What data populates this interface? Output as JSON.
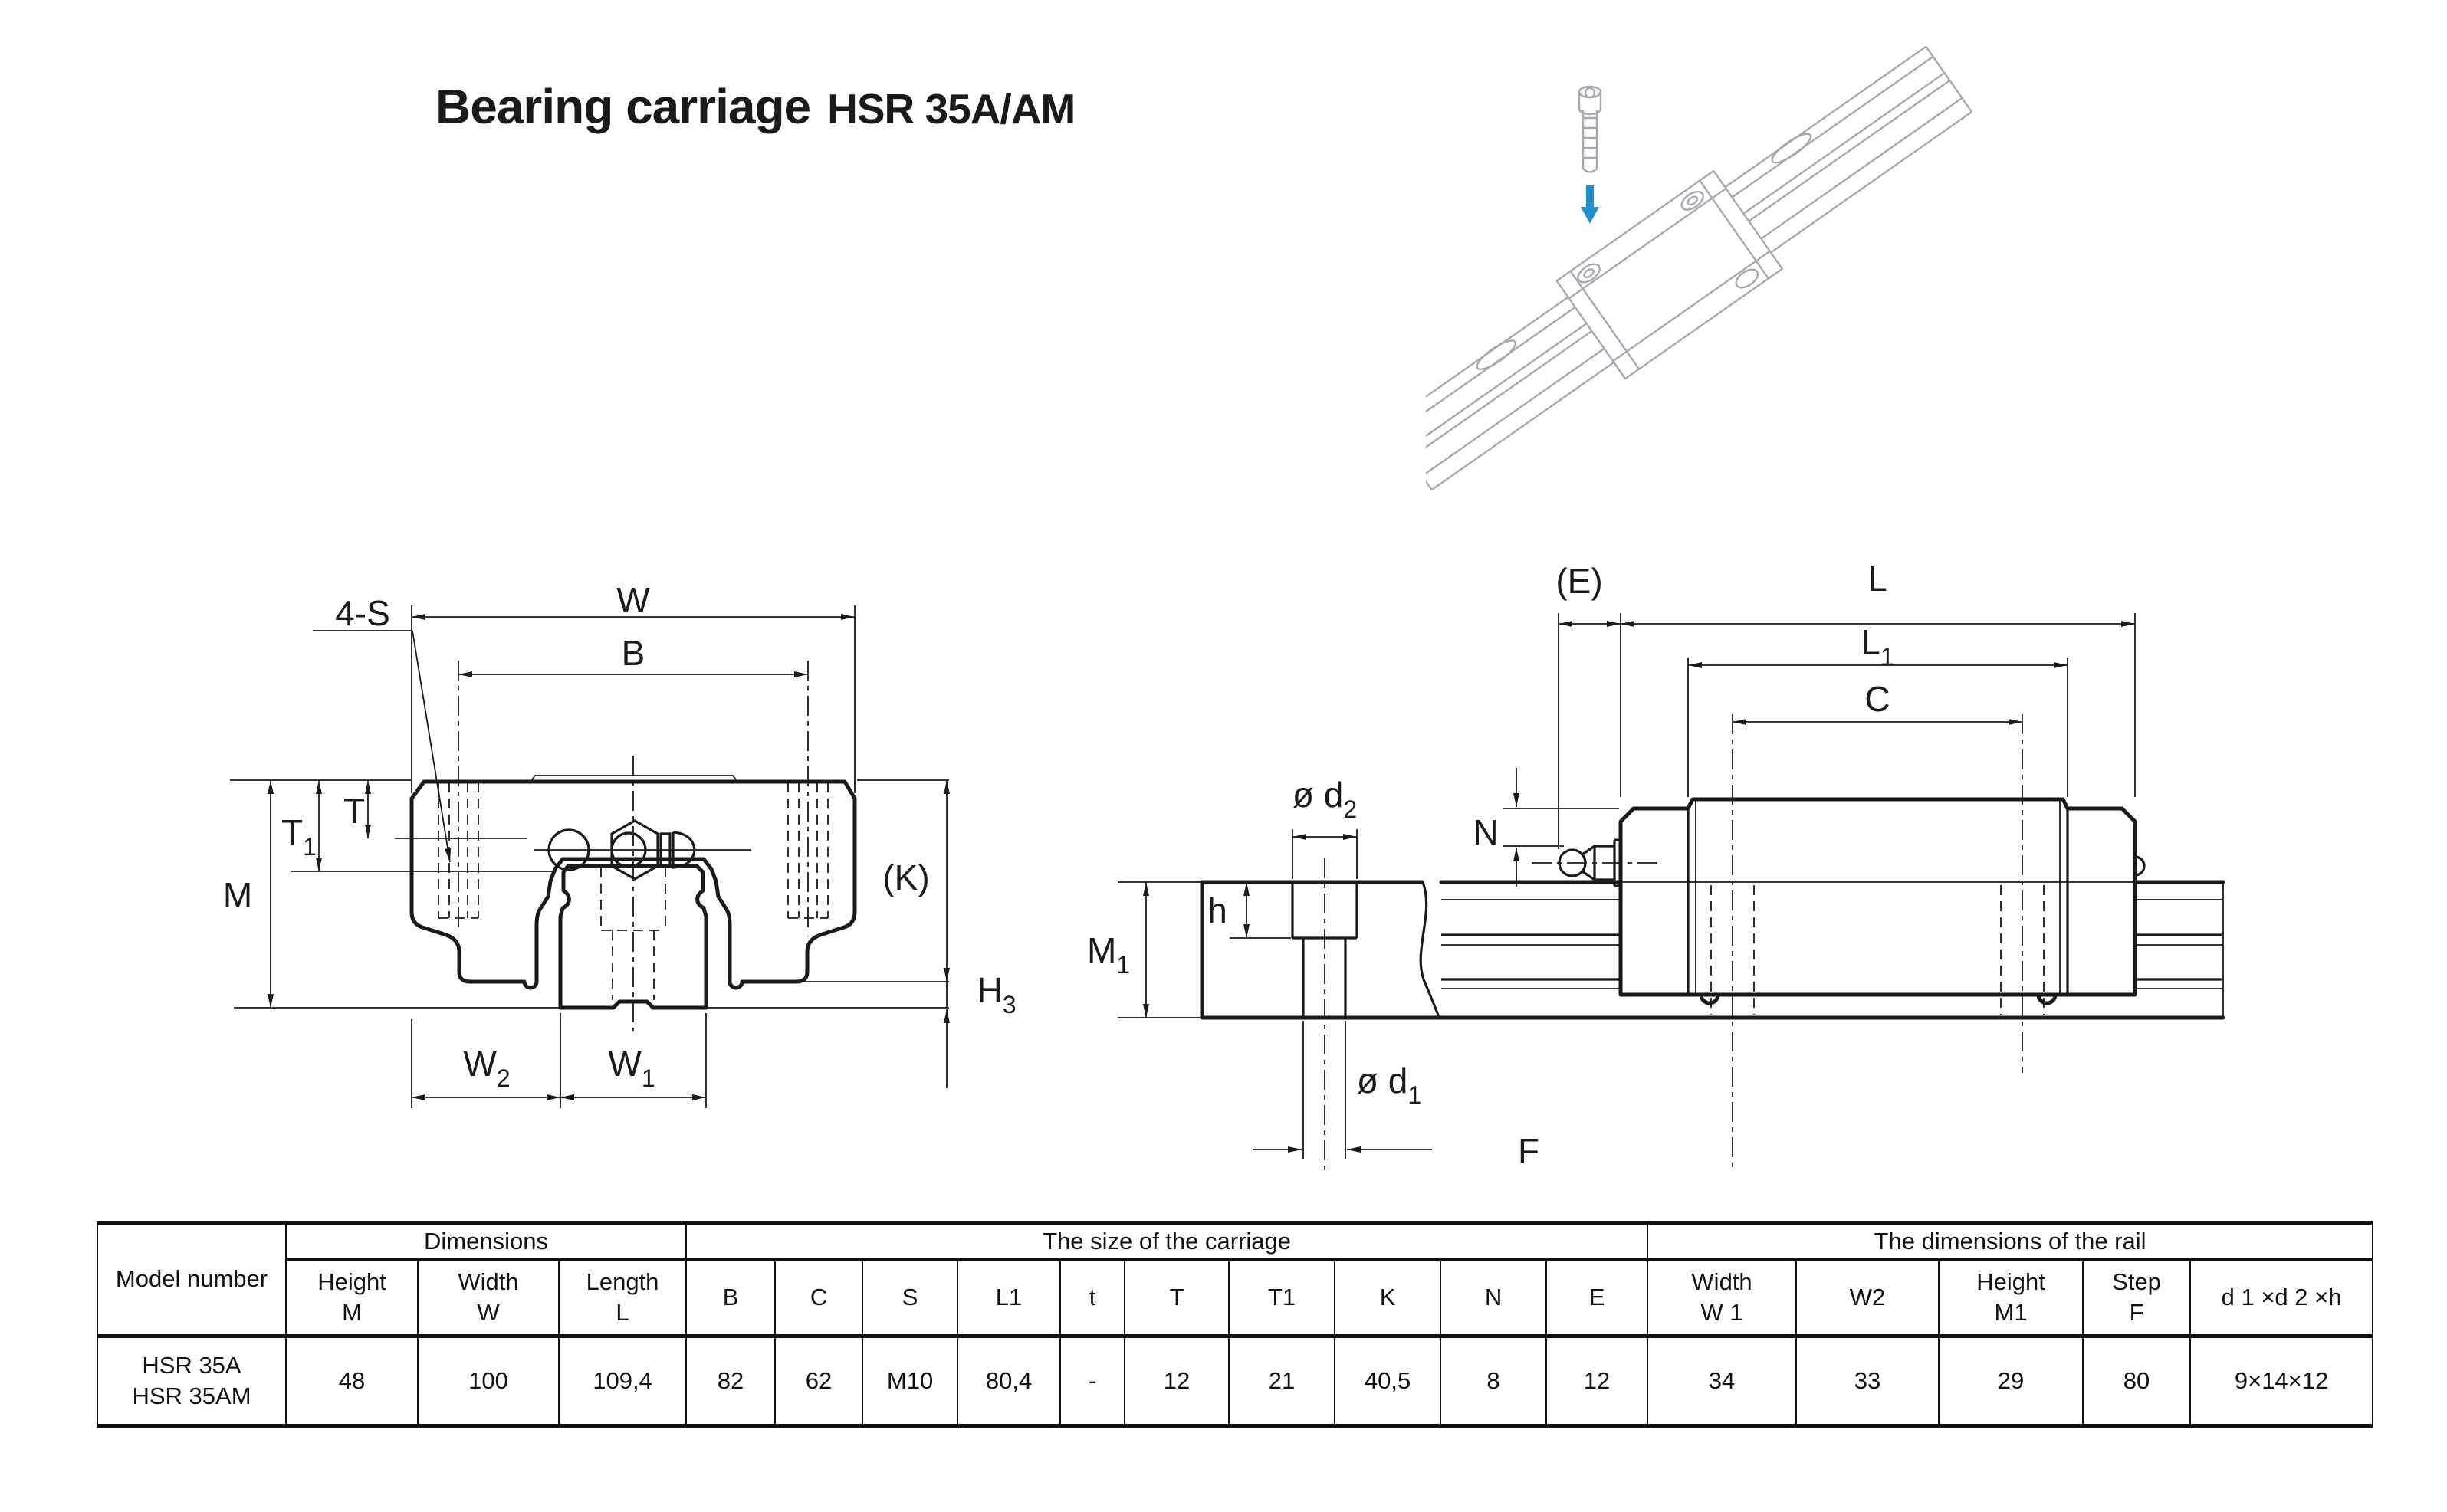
{
  "title": {
    "main": "Bearing carriage",
    "model": "HSR 35A/AM"
  },
  "front_view": {
    "labels": {
      "w": "W",
      "b": "B",
      "four_s": "4-S",
      "m": "M",
      "t": "T",
      "t1": {
        "main": "T",
        "sub": "1"
      },
      "k": "(K)",
      "h3": {
        "main": "H",
        "sub": "3"
      },
      "w2": {
        "main": "W",
        "sub": "2"
      },
      "w1": {
        "main": "W",
        "sub": "1"
      }
    }
  },
  "side_view": {
    "labels": {
      "e": "(E)",
      "l": "L",
      "c": "C",
      "n": "N",
      "h": "h",
      "f": "F",
      "l1": {
        "main": "L",
        "sub": "1"
      },
      "m1": {
        "main": "M",
        "sub": "1"
      },
      "d2": {
        "main": "ø d",
        "sub": "2"
      },
      "d1": {
        "main": "ø d",
        "sub": "1"
      }
    }
  },
  "table": {
    "group_headers": {
      "model": "Model number",
      "dimensions": "Dimensions",
      "carriage": "The size of the carriage",
      "rail": "The dimensions of the rail"
    },
    "sub_headers": [
      "Height\nM",
      "Width\nW",
      "Length\nL",
      "B",
      "C",
      "S",
      "L1",
      "t",
      "T",
      "T1",
      "K",
      "N",
      "E",
      "Width\nW 1",
      "W2",
      "Height\nM1",
      "Step\nF",
      "d 1 ×d 2 ×h"
    ],
    "model_value": "HSR 35A\nHSR 35AM",
    "values": [
      "48",
      "100",
      "109,4",
      "82",
      "62",
      "M10",
      "80,4",
      "-",
      "12",
      "21",
      "40,5",
      "8",
      "12",
      "34",
      "33",
      "29",
      "80",
      "9×14×12"
    ]
  },
  "colors": {
    "line": "#1a1a1a",
    "illustration_line": "#a8a8b1",
    "arrow_accent": "#1f8fd0"
  }
}
